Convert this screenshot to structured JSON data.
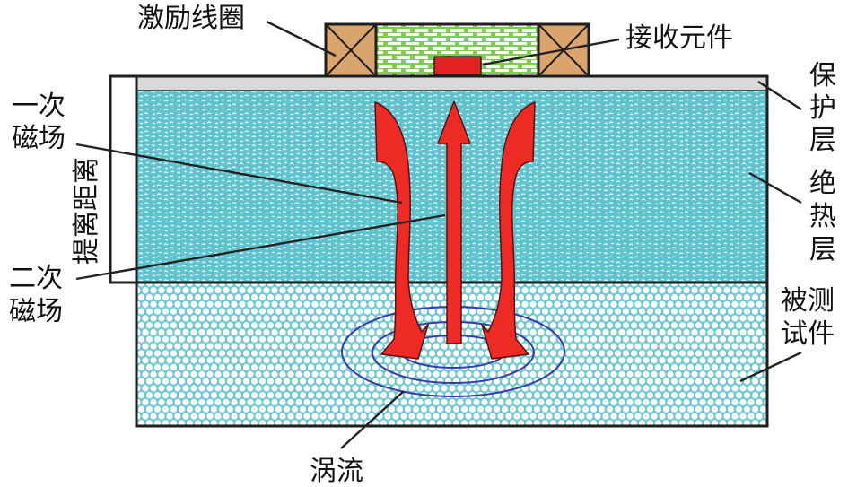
{
  "diagram": {
    "type": "eddy-current-inspection-schematic",
    "labels": {
      "excitation_coil": "激励线圈",
      "receiver_element": "接收元件",
      "primary_field": [
        "一次",
        "磁场"
      ],
      "secondary_field": [
        "二次",
        "磁场"
      ],
      "liftoff": "提离距离",
      "protective_layer": [
        "保",
        "护",
        "层"
      ],
      "insulation_layer": [
        "绝",
        "热",
        "层"
      ],
      "test_piece": [
        "被测",
        "试件"
      ],
      "eddy_current": "涡流"
    },
    "colors": {
      "coil": "#d9a56c",
      "probe_body": "#7fcc50",
      "receiver": "#e3221f",
      "protective_layer": "#d9d9d9",
      "insulation": "#5fc3cf",
      "test_piece": "#6cc7d3",
      "field_arrows": "#ee2a24",
      "eddy_rings": "#3a3aa8",
      "outline": "#1e1e1e"
    },
    "eddy_ring_count": 3
  }
}
